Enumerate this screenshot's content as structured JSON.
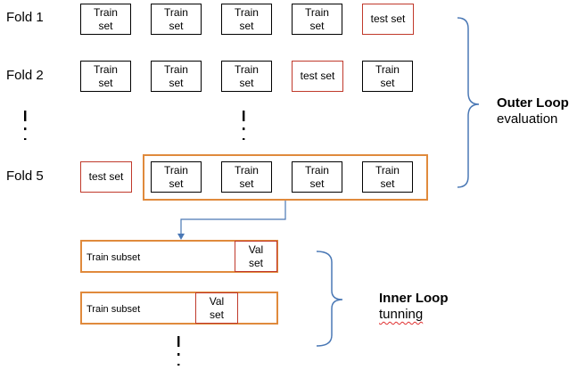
{
  "folds": [
    {
      "label": "Fold 1",
      "sets": [
        "Train\nset",
        "Train\nset",
        "Train\nset",
        "Train\nset",
        "test set"
      ]
    },
    {
      "label": "Fold 2",
      "sets": [
        "Train\nset",
        "Train\nset",
        "Train\nset",
        "test set",
        "Train\nset"
      ]
    },
    {
      "label": "Fold 5",
      "sets": [
        "test set",
        "Train\nset",
        "Train\nset",
        "Train\nset",
        "Train\nset"
      ]
    }
  ],
  "inner": [
    {
      "subset": "Train subset",
      "val": "Val\nset"
    },
    {
      "subset": "Train subset",
      "val": "Val\nset"
    }
  ],
  "outer_loop": {
    "title": "Outer Loop",
    "subtitle": "evaluation"
  },
  "inner_loop": {
    "title": "Inner Loop",
    "subtitle": "tunning"
  },
  "colors": {
    "test_border": "#c0392b",
    "orange": "#e08a3c",
    "bracket": "#4a78b5",
    "arrow": "#4a78b5"
  }
}
